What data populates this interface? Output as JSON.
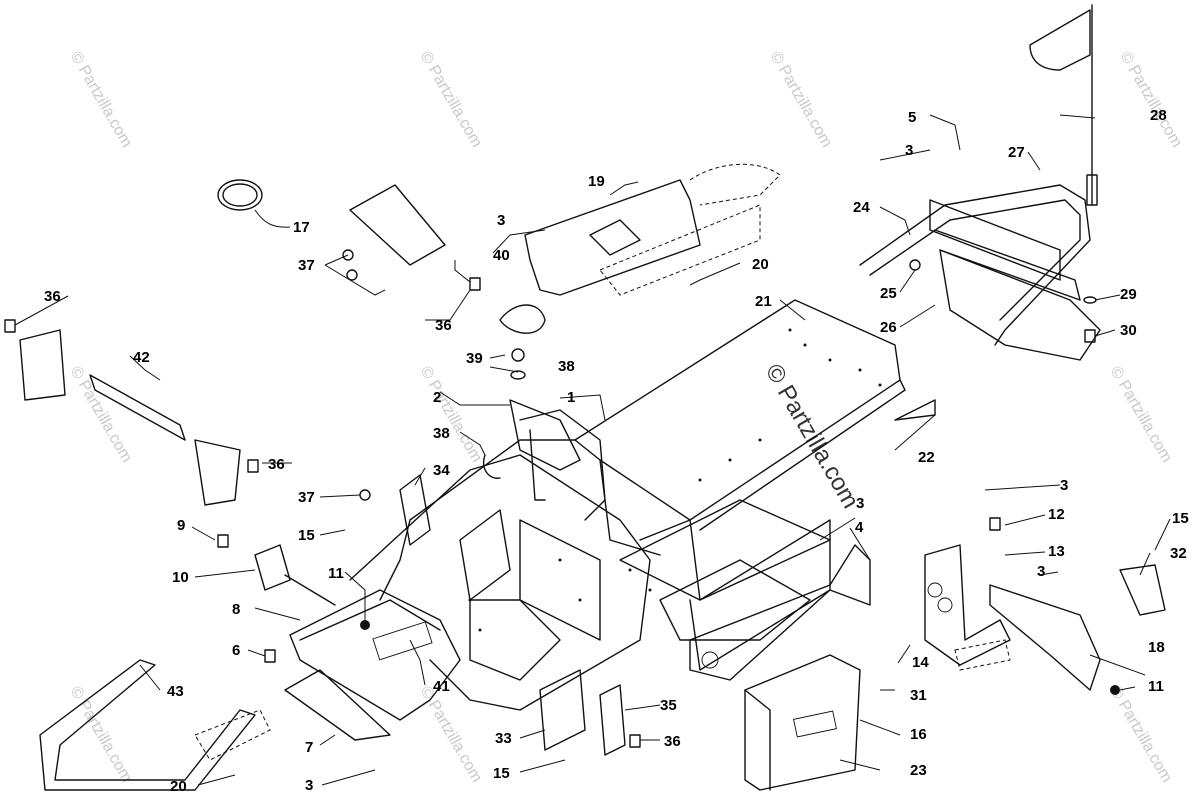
{
  "watermarks": {
    "small": "© Partzilla.com",
    "big": "© Partzilla.com"
  },
  "callouts": {
    "c1": "1",
    "c2": "2",
    "c3a": "3",
    "c3b": "3",
    "c3c": "3",
    "c3d": "3",
    "c3e": "3",
    "c3f": "3",
    "c4": "4",
    "c5": "5",
    "c6": "6",
    "c7": "7",
    "c8": "8",
    "c9": "9",
    "c10": "10",
    "c11a": "11",
    "c11b": "11",
    "c12": "12",
    "c13": "13",
    "c14": "14",
    "c15a": "15",
    "c15b": "15",
    "c15c": "15",
    "c16": "16",
    "c17": "17",
    "c18": "18",
    "c19": "19",
    "c20a": "20",
    "c20b": "20",
    "c21": "21",
    "c22": "22",
    "c23": "23",
    "c24": "24",
    "c25": "25",
    "c26": "26",
    "c27": "27",
    "c28": "28",
    "c29": "29",
    "c30": "30",
    "c31": "31",
    "c32": "32",
    "c33": "33",
    "c34": "34",
    "c35": "35",
    "c36a": "36",
    "c36b": "36",
    "c36c": "36",
    "c36d": "36",
    "c37a": "37",
    "c37b": "37",
    "c38a": "38",
    "c38b": "38",
    "c39": "39",
    "c40": "40",
    "c41": "41",
    "c42": "42",
    "c43": "43"
  }
}
